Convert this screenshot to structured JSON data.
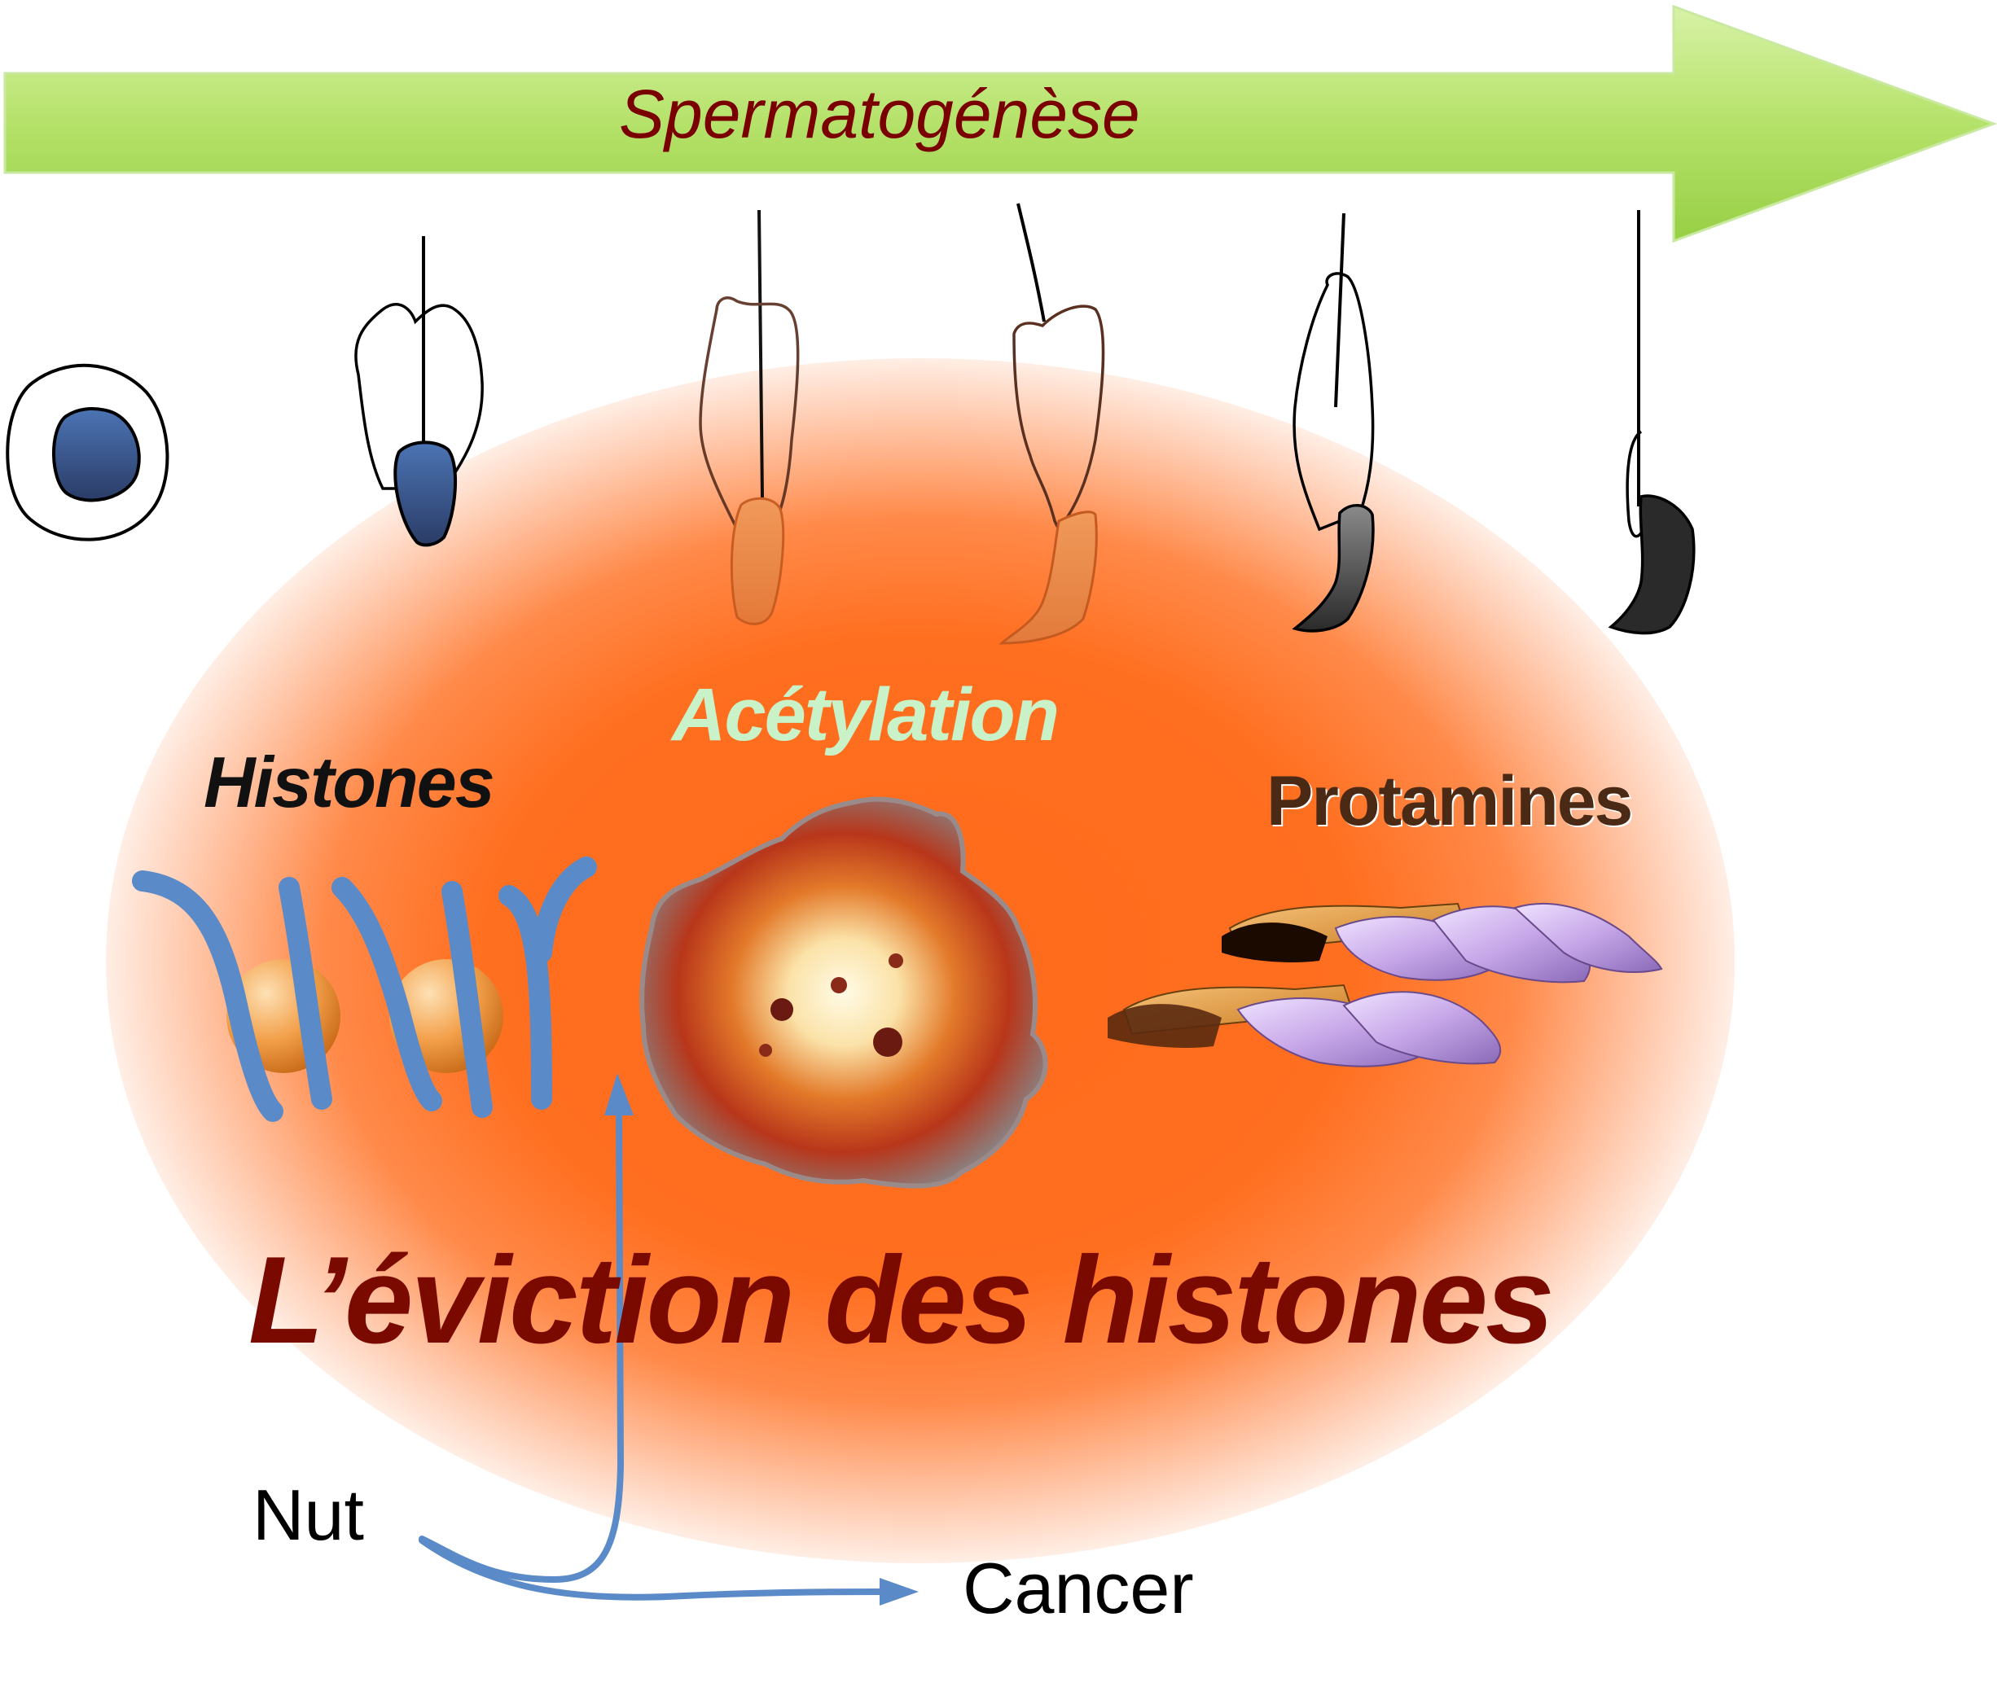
{
  "arrow": {
    "label": "Spermatogénèse"
  },
  "stages": [
    {
      "id": "round-cell"
    },
    {
      "id": "spermatid-1"
    },
    {
      "id": "spermatid-2"
    },
    {
      "id": "spermatid-3"
    },
    {
      "id": "spermatid-4"
    },
    {
      "id": "spermatozoon"
    }
  ],
  "labels": {
    "histones": "Histones",
    "acetylation": "Acétylation",
    "protamines": "Protamines",
    "eviction": "L’éviction des histones",
    "nut": "Nut",
    "cancer": "Cancer"
  },
  "colors": {
    "arrow_fill": "#b5e26a",
    "arrow_text": "#7a0000",
    "glow": "#ff6a1a",
    "dna": "#5b8ac8",
    "histone_bead": "#f3a04a",
    "eviction_text": "#7a0a00",
    "protamine_purple": "#c6a6e8",
    "protamine_orange": "#e3a04a"
  }
}
